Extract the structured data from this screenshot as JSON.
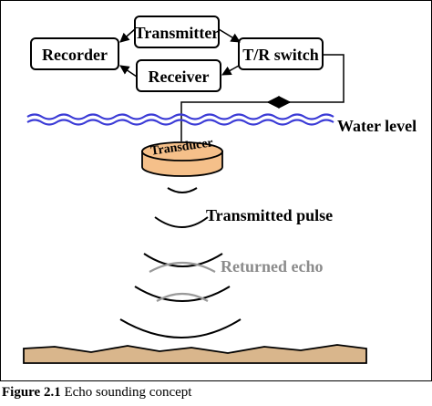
{
  "diagram": {
    "nodes": {
      "transmitter": "Transmitter",
      "recorder": "Recorder",
      "tr_switch": "T/R switch",
      "receiver": "Receiver",
      "transducer": "Transducer"
    },
    "labels": {
      "water_level": "Water level",
      "transmitted_pulse": "Transmitted pulse",
      "returned_echo": "Returned echo"
    },
    "colors": {
      "water": "#3b3bd6",
      "transducer_fill": "#f5c08a",
      "seabed_fill": "#d9b68c",
      "echo_gray": "#9a9a9a",
      "echo_label": "#8c8c8c"
    }
  },
  "caption": {
    "figure": "Figure 2.1",
    "text": "Echo sounding concept"
  }
}
